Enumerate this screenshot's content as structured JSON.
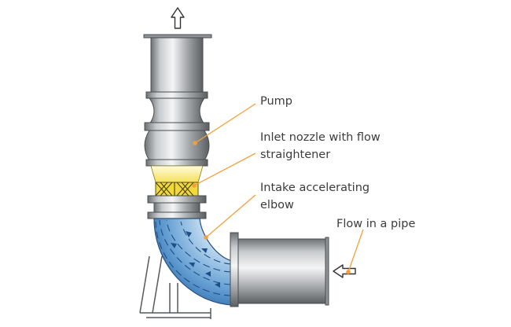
{
  "labels": {
    "pump": "Pump",
    "inlet_nozzle_line1": "Inlet nozzle with flow",
    "inlet_nozzle_line2": "straightener",
    "intake_elbow_line1": "Intake accelerating",
    "intake_elbow_line2": "elbow",
    "flow_in_pipe": "Flow in a pipe"
  },
  "colors": {
    "leader_line": "#f0a03c",
    "water": "#3f86c6",
    "straightener": "#f5e05a",
    "steel": "#b9bcbf"
  }
}
